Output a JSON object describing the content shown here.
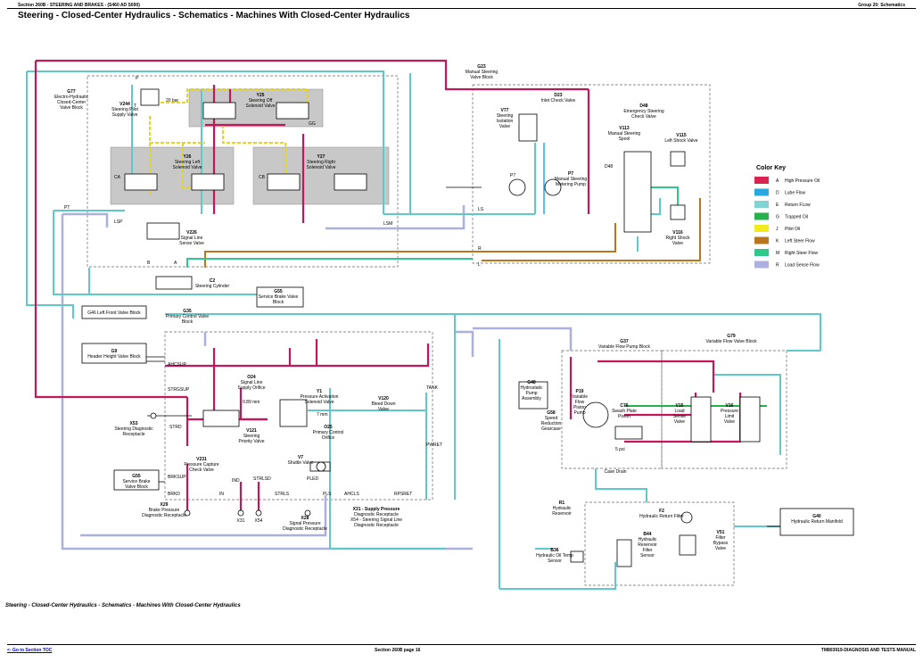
{
  "header": {
    "left": "Section 260B - STEERING AND BRAKES - (S460 AD S690)",
    "right": "Group 20: Schematics"
  },
  "title": "Steering - Closed-Center Hydraulics - Schematics - Machines With Closed-Center Hydraulics",
  "caption": "Steering - Closed-Center Hydraulics - Schematics - Machines With Closed-Center Hydraulics",
  "footer": {
    "link": "<- Go to Section TOC",
    "center": "Section 260B page 16",
    "right": "TM803919-DIAGNOSIS AND TESTS MANUAL"
  },
  "color_key": {
    "title": "Color Key",
    "items": [
      {
        "code": "A",
        "label": "High Pressure Oil",
        "color": "#d7254f"
      },
      {
        "code": "D",
        "label": "Lube Flow",
        "color": "#29a8e0"
      },
      {
        "code": "E",
        "label": "Return FLow",
        "color": "#7fd3d3"
      },
      {
        "code": "G",
        "label": "Trapped Oil",
        "color": "#24b24b"
      },
      {
        "code": "J",
        "label": "Pilot Oil",
        "color": "#f1ea1d"
      },
      {
        "code": "K",
        "label": "Left Steer Flow",
        "color": "#b8761f"
      },
      {
        "code": "M",
        "label": "Right Steer Flow",
        "color": "#2fc88c"
      },
      {
        "code": "R",
        "label": "Load Sense Flow",
        "color": "#aab0e0"
      }
    ]
  },
  "labels": {
    "g77": [
      "G77",
      "Electro-Hydraulic",
      "Closed-Center",
      "Valve Block"
    ],
    "v244": [
      "V244",
      "Steering Pilot",
      "Supply Valve"
    ],
    "bar20": "20 bar",
    "y25": [
      "Y25",
      "Steering Off",
      "Solenoid Valve"
    ],
    "y26": [
      "Y26",
      "Steering Left",
      "Solenoid Valve"
    ],
    "y27": [
      "Y27",
      "Steering Right",
      "Solenoid Valve"
    ],
    "v226": [
      "V226",
      "Signal Line",
      "Sense Valve"
    ],
    "ca": "CA",
    "cb": "CB",
    "p": "P",
    "t": "T",
    "gg": "GG",
    "pt": "PT",
    "lsp": "LSP",
    "lsm": "LSM",
    "b": "B",
    "a": "A",
    "c2": [
      "C2",
      "Steering Cylinder"
    ],
    "g55a": [
      "G55",
      "Service Brake Valve",
      "Block"
    ],
    "g46": "G46 Left Front Valve Block",
    "g35": [
      "G35",
      "Primary Control Valve",
      "Block"
    ],
    "g9": [
      "G9",
      "Header Height Valve Block"
    ],
    "g23": [
      "G23",
      "Manual Steering",
      "Valve Block"
    ],
    "d23": [
      "D23",
      "Inlet Check Valve"
    ],
    "v77": [
      "V77",
      "Steering",
      "Isolation",
      "Valve"
    ],
    "d48": [
      "D48",
      "Emergency Steering",
      "Check Valve"
    ],
    "d48b": "D48",
    "v113": [
      "V113",
      "Manual Steering",
      "Spool"
    ],
    "v115": [
      "V115",
      "Left Shock Valve"
    ],
    "v116": [
      "V116",
      "Right Shock",
      "Valve"
    ],
    "p7": "P7",
    "p7b": [
      "P7",
      "Manual Steering",
      "Metering Pump"
    ],
    "ls": "LS",
    "r": "R",
    "l": "L",
    "ahcsup": "AHCSUP",
    "strgsup": "STRGSUP",
    "o24": [
      "O24",
      "Signal Line",
      "Supply Orifice"
    ],
    "mm089": "0.89 mm",
    "x53": [
      "X53",
      "Steering Diagnostic",
      "Receptacle"
    ],
    "strd": "STRD",
    "v121": [
      "V121",
      "Steering",
      "Priority Valve"
    ],
    "y1": [
      "Y1",
      "Pressure Activation",
      "Solenoid Valve"
    ],
    "mm7": "7 mm",
    "o25": [
      "O25",
      "Primary Control",
      "Orifice"
    ],
    "v120": [
      "V120",
      "Bleed Down",
      "Valve"
    ],
    "tank": "TANK",
    "pwret": "PWRET",
    "v231": [
      "V231",
      "Pressure Capture",
      "Check Valve"
    ],
    "g55b": [
      "G55",
      "Service Brake",
      "Valve Block"
    ],
    "brksup": "BRKSUP",
    "v7": [
      "V7",
      "Shuttle Valve"
    ],
    "brkd": "BRKD",
    "ind": "IND",
    "in": "IN",
    "strlsd": "STRLSD",
    "strls": "STRLS",
    "pled": "PLED",
    "pls": "PLS",
    "ahcls": "AHCLS",
    "rpsret": "RPSRET",
    "x29": [
      "X29",
      "Brake Pressure",
      "Diagnostic Receptacle"
    ],
    "x31": "X31",
    "x54": "X54",
    "x28": [
      "X28",
      "Signal Pressure",
      "Diagnostic Receptacle"
    ],
    "x31x54": [
      "X31 - Supply Pressure",
      "Diagnostic Receptacle",
      "X54 - Steering Signal Line",
      "Diagnostic Receptacle"
    ],
    "g48": [
      "G48",
      "Hydrostatic",
      "Pump",
      "Assembly"
    ],
    "g58": [
      "G58",
      "Speed",
      "Reduction",
      "Gearcase"
    ],
    "g37": [
      "G37",
      "Variable Flow Pump Block"
    ],
    "g79": [
      "G79",
      "Variable Flow Valve Block"
    ],
    "p19": [
      "P19",
      "Variable",
      "Flow",
      "Piston",
      "Pump"
    ],
    "c76": [
      "C76",
      "Swash Plate",
      "Piston"
    ],
    "v15": [
      "V15",
      "Load",
      "Sense",
      "Valve"
    ],
    "v16": [
      "V16",
      "Pressure",
      "Limit",
      "Valve"
    ],
    "psi5": "5 psi",
    "casedrain": "Case Drain",
    "r1": [
      "R1",
      "Hydraulic",
      "Reservoir"
    ],
    "f2": [
      "F2",
      "Hydraulic Return Filter"
    ],
    "b44": [
      "B44",
      "Hydraulic",
      "Reservoir",
      "Filter",
      "Sensor"
    ],
    "v51": [
      "V51",
      "Filter",
      "Bypass",
      "Valve"
    ],
    "b36": [
      "B36",
      "Hydraulic Oil Temp",
      "Sensor"
    ],
    "g40": [
      "G40",
      "Hydraulic Return Manifold"
    ]
  }
}
